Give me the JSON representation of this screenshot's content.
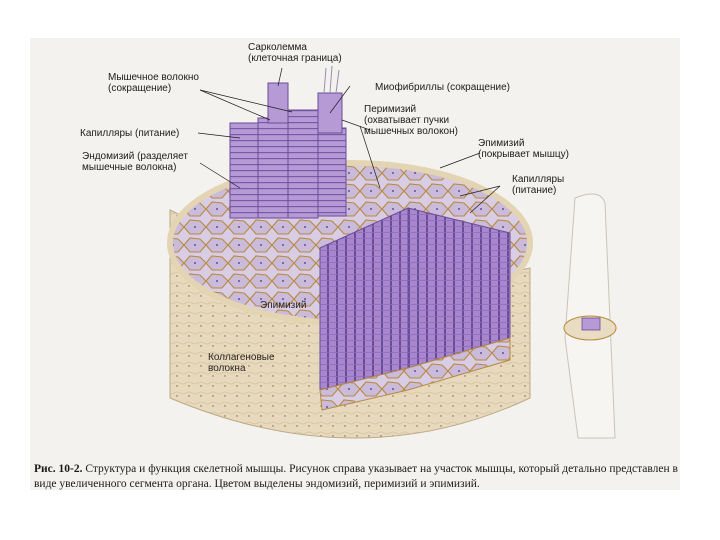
{
  "labels": {
    "sarcolemma": "Сарколемма\n(клеточная граница)",
    "muscle_fiber": "Мышечное волокно\n(сокращение)",
    "myofibrils": "Миофибриллы (сокращение)",
    "perimysium": "Перимизий\n(охватывает пучки\nмышечных волокон)",
    "capillaries_left": "Капилляры (питание)",
    "endomysium": "Эндомизий (разделяет\nмышечные волокна)",
    "epimysium_right": "Эпимизий\n(покрывает мышцу)",
    "capillaries_right": "Капилляры\n(питание)",
    "epimysium_body": "Эпимизий",
    "collagen_fibers": "Коллагеновые\nволокна"
  },
  "caption": {
    "figure_number": "Рис. 10-2.",
    "text": " Структура и функция скелетной мышцы. Рисунок справа указывает на участок мышцы, который детально представлен в виде увеличенного сегмента органа. Цветом выделены эндомизий, перимизий и эпимизий."
  },
  "colors": {
    "fiber": "#b59ad6",
    "fiber_dark": "#7a5aa8",
    "connective": "#c88a3a",
    "collagen": "#e8dcc2",
    "cut_face": "#d9cfe6"
  }
}
